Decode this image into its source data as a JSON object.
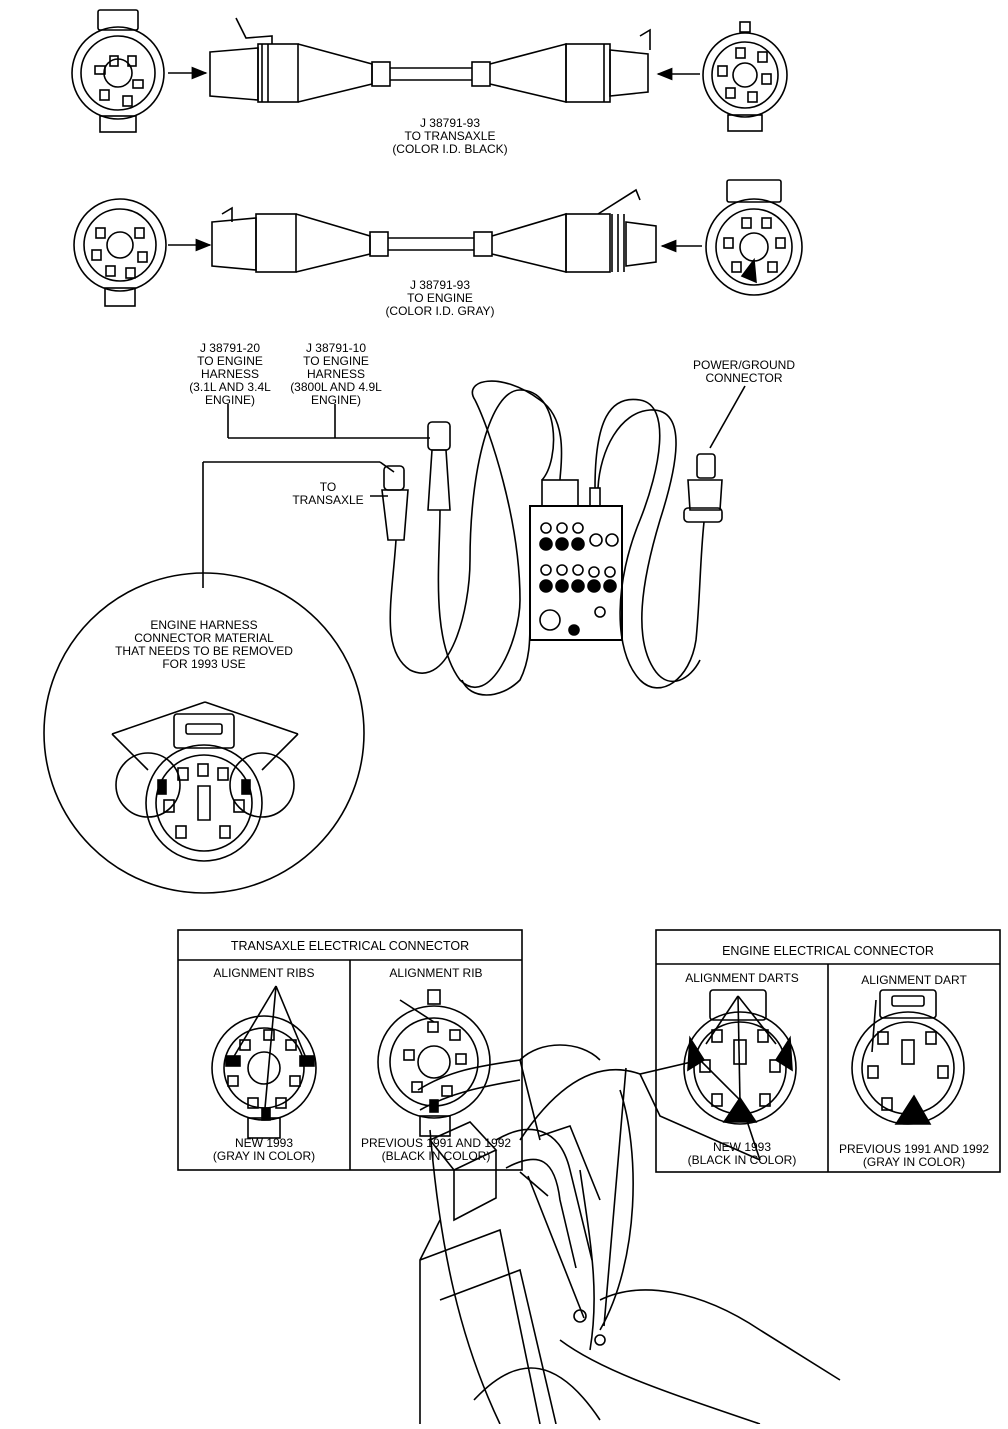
{
  "adapters": {
    "transaxle": {
      "part": "J 38791-93",
      "line2": "TO TRANSAXLE",
      "line3": "(COLOR I.D. BLACK)"
    },
    "engine": {
      "part": "J 38791-93",
      "line2": "TO ENGINE",
      "line3": "(COLOR I.D. GRAY)"
    }
  },
  "tester": {
    "harness_20": [
      "J 38791-20",
      "TO ENGINE",
      "HARNESS",
      "(3.1L AND 3.4L",
      "ENGINE)"
    ],
    "harness_10": [
      "J 38791-10",
      "TO ENGINE",
      "HARNESS",
      "(3800L AND 4.9L",
      "ENGINE)"
    ],
    "power_ground": [
      "POWER/GROUND",
      "CONNECTOR"
    ],
    "to_transaxle": [
      "TO",
      "TRANSAXLE"
    ]
  },
  "detail_circle": {
    "caption": [
      "ENGINE HARNESS",
      "CONNECTOR MATERIAL",
      "THAT NEEDS TO BE REMOVED",
      "FOR 1993 USE"
    ]
  },
  "transaxle_connector": {
    "title": "TRANSAXLE ELECTRICAL CONNECTOR",
    "left": {
      "feature": "ALIGNMENT RIBS",
      "line1": "NEW 1993",
      "line2": "(GRAY IN COLOR)"
    },
    "right": {
      "feature": "ALIGNMENT RIB",
      "line1": "PREVIOUS 1991 AND 1992",
      "line2": "(BLACK IN COLOR)"
    }
  },
  "engine_connector": {
    "title": "ENGINE ELECTRICAL CONNECTOR",
    "left": {
      "feature": "ALIGNMENT DARTS",
      "line1": "NEW 1993",
      "line2": "(BLACK IN COLOR)"
    },
    "right": {
      "feature": "ALIGNMENT DART",
      "line1": "PREVIOUS 1991 AND 1992",
      "line2": "(GRAY IN COLOR)"
    }
  }
}
